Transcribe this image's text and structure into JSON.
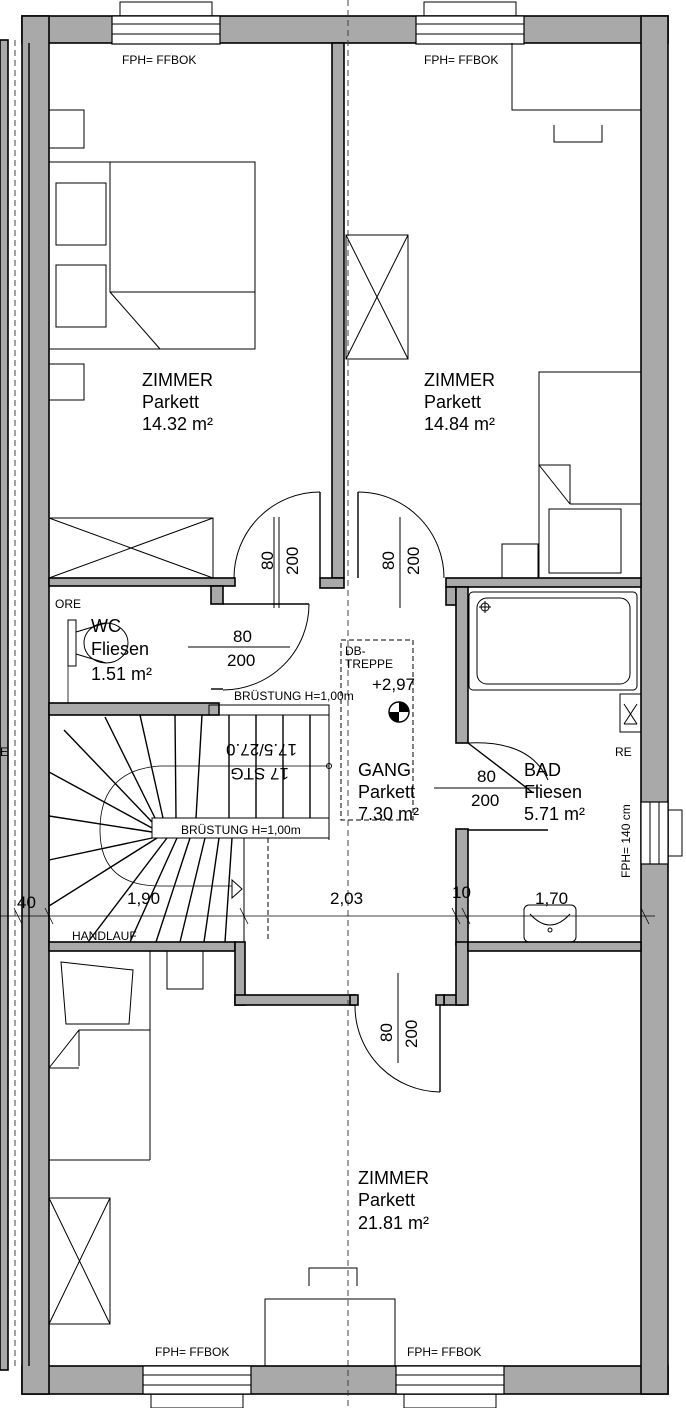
{
  "rooms": {
    "zimmer_left": {
      "name": "ZIMMER",
      "floor": "Parkett",
      "area": "14.32 m²"
    },
    "zimmer_right": {
      "name": "ZIMMER",
      "floor": "Parkett",
      "area": "14.84 m²"
    },
    "wc": {
      "name": "WC",
      "floor": "Fliesen",
      "area": "1.51 m²"
    },
    "gang": {
      "name": "GANG",
      "floor": "Parkett",
      "area": "7.30 m²"
    },
    "bad": {
      "name": "BAD",
      "floor": "Fliesen",
      "area": "5.71 m²"
    },
    "zimmer_bottom": {
      "name": "ZIMMER",
      "floor": "Parkett",
      "area": "21.81 m²"
    }
  },
  "doors": {
    "zimmer_left": {
      "width": "80",
      "height": "200"
    },
    "zimmer_right": {
      "width": "80",
      "height": "200"
    },
    "wc": {
      "width": "80",
      "height": "200"
    },
    "bad": {
      "width": "80",
      "height": "200"
    },
    "zimmer_bottom": {
      "width": "80",
      "height": "200"
    }
  },
  "windows": {
    "top_left": "FPH= FFBOK",
    "top_right": "FPH= FFBOK",
    "bottom_left": "FPH= FFBOK",
    "bottom_right": "FPH= FFBOK",
    "bad_side": "FPH= 140 cm"
  },
  "stair": {
    "steps": "17 STG",
    "ratio": "17.5/27.0",
    "parapet_top": "BRÜSTUNG H=1,00m",
    "parapet_bottom": "BRÜSTUNG H=1,00m",
    "handrail": "HANDLAUF",
    "attic_stair_line1": "DB-",
    "attic_stair_line2": "TREPPE",
    "level": "+2,97"
  },
  "labels": {
    "ore": "ORE",
    "re": "RE",
    "e_left": "E"
  },
  "dimensions": {
    "d1": "40",
    "d2": "1,90",
    "d3": "2,03",
    "d4": "10",
    "d5": "1,70"
  }
}
